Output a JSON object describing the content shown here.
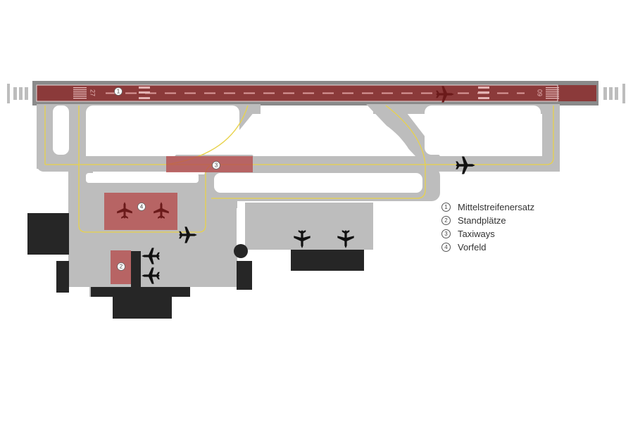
{
  "runway": {
    "designator_west": "27",
    "designator_east": "09"
  },
  "markers": [
    {
      "id": "1",
      "area": "runway"
    },
    {
      "id": "2",
      "area": "stands"
    },
    {
      "id": "3",
      "area": "taxiway"
    },
    {
      "id": "4",
      "area": "apron"
    }
  ],
  "legend": [
    {
      "num": "1",
      "label": "Mittelstreifenersatz"
    },
    {
      "num": "2",
      "label": "Standplätze"
    },
    {
      "num": "3",
      "label": "Taxiways"
    },
    {
      "num": "4",
      "label": "Vorfeld"
    }
  ],
  "colors": {
    "pavement": "#bdbdbd",
    "highlight": "#b54a4a",
    "runway_red": "#8b3a3a",
    "taxi_line": "#e8d24a",
    "building": "#262626",
    "aircraft_dark": "#111111",
    "aircraft_red": "#6b1a1a"
  },
  "icons": [
    "airplane-icon"
  ]
}
